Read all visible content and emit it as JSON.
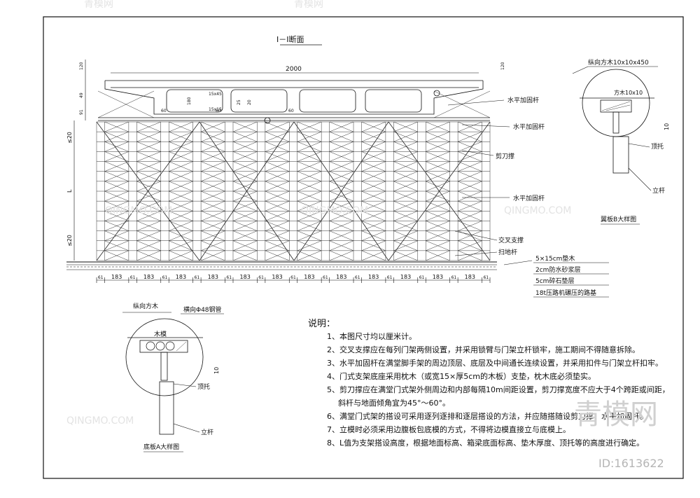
{
  "drawing": {
    "title": "I－I断面",
    "span": "2000",
    "deck_dims": [
      "120",
      "180",
      "25",
      "20",
      "60",
      "60",
      "60",
      "15x45",
      "15x15"
    ],
    "left_dims": [
      "120",
      "49",
      "91"
    ],
    "height_labels": [
      "≤20",
      "L",
      "≤20"
    ],
    "bottom_dims": [
      "61",
      "183",
      "61",
      "183",
      "61",
      "183",
      "61",
      "183",
      "61",
      "183",
      "61",
      "183",
      "61",
      "183",
      "61",
      "183",
      "61",
      "183",
      "61",
      "183",
      "61",
      "183",
      "61",
      "183",
      "61"
    ],
    "callouts": {
      "h_bar_top": "水平加固杆",
      "h_bar_mid": "水平加固杆",
      "scissor": "剪刀撑",
      "h_bar_low": "水平加固杆",
      "cross_brace": "交叉支撑",
      "sweep_bar": "扫地杆"
    },
    "layers": [
      "5×15cm垫木",
      "2cm防水砂浆层",
      "5cm碎石垫层",
      "18t压路机碾压的路基"
    ]
  },
  "detail_b": {
    "title": "翼板B大样图",
    "top_label": "纵向方木10x10x450",
    "timber": "方木10x10",
    "dim": "10",
    "jack": "顶托",
    "post": "立杆"
  },
  "detail_a": {
    "title": "底板A大样图",
    "long_timber": "纵向方木",
    "steel_pipe": "横向Φ48钢管",
    "formwork": "木模",
    "dim": "10",
    "jack": "顶托",
    "post": "立杆"
  },
  "notes": {
    "title": "说明：",
    "items": [
      "1、本图尺寸均以厘米计。",
      "2、交叉支撑应在每列门架两侧设置，并采用锁臂与门架立杆锁牢，施工期间不得随意拆除。",
      "3、水平加固杆在满堂脚手架的周边顶层、底层及中间通长连续设置，并采用扣件与门架立杆扣牢。",
      "4、门式支架底座采用枕木（或宽15×厚5cm的木板）支垫，枕木底必须垫实。",
      "5、剪刀撑应在满堂门式架外侧周边和内部每隔10m间距设置，剪刀撑宽度不应大于4个跨距或间距，",
      "斜杆与地面倾角宜为45°～60°。",
      "6、满堂门式架的搭设可采用逐列逐排和逐层搭设的方法，并应随搭随设剪刀撑、水平加固杆。",
      "7、立模时必须采用边腹板包底模的方式，不得将边模直接立与底模上。",
      "8、L值为支架搭设高度，根据地面标高、箱梁底面标高、垫木厚度、顶托等的高度进行确定。"
    ]
  },
  "watermark": {
    "brand": "青模网",
    "site": "QINGMO.COM",
    "id": "ID:1613622"
  }
}
